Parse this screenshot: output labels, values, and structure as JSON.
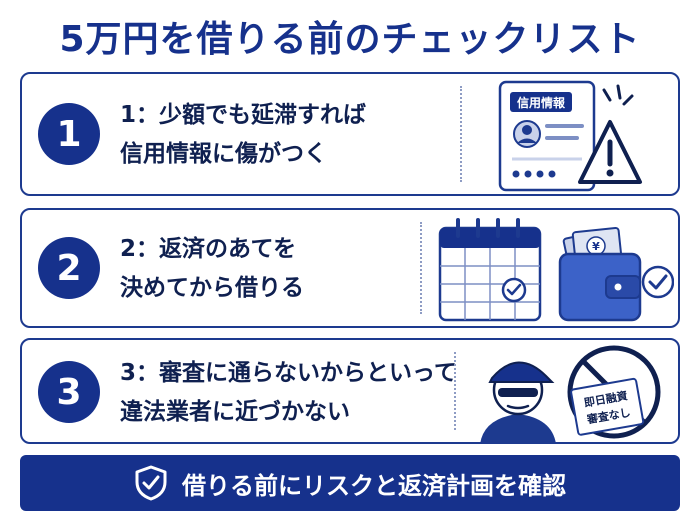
{
  "title": "5万円を借りる前のチェックリスト",
  "items": [
    {
      "number": "1",
      "line1": "1：少額でも延滞すれば",
      "line2": "信用情報に傷がつく",
      "card_label": "信用情報",
      "icon": "credit-report-warning-icon"
    },
    {
      "number": "2",
      "line1": "2：返済のあてを",
      "line2": "決めてから借りる",
      "currency_symbol": "¥",
      "icon": "calendar-wallet-icon"
    },
    {
      "number": "3",
      "line1": "3：審査に通らないからといって",
      "line2": "違法業者に近づかない",
      "sign_line1": "即日融資",
      "sign_line2": "審査なし",
      "icon": "illegal-lender-prohibited-icon"
    }
  ],
  "banner": {
    "text": "借りる前にリスクと返済計画を確認",
    "icon": "shield-check-icon"
  },
  "colors": {
    "navy": "#16318c",
    "red": "#1d3a8f"
  }
}
